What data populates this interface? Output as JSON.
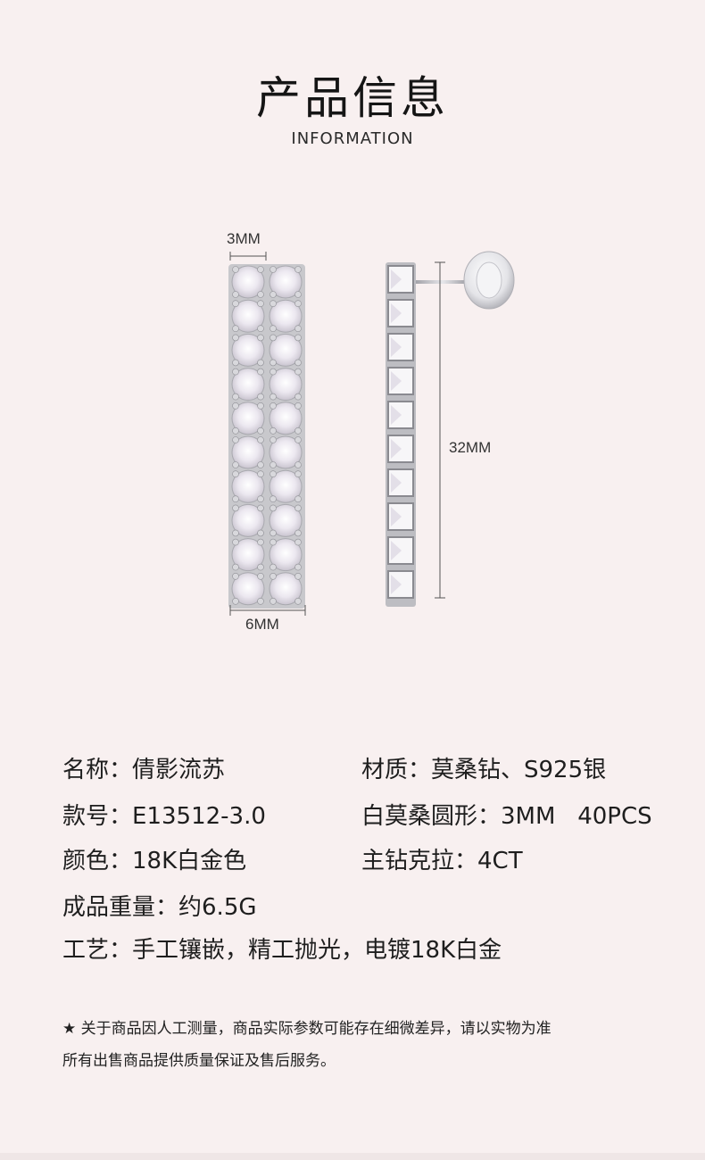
{
  "header": {
    "title": "产品信息",
    "subtitle": "INFORMATION"
  },
  "dimensions": {
    "width_top": "3MM",
    "width_bottom": "6MM",
    "length": "32MM"
  },
  "specs": {
    "name_label": "名称：",
    "name_value": "倩影流苏",
    "material_label": "材质：",
    "material_value": "莫桑钻、S925银",
    "model_label": "款号：",
    "model_value": "E13512-3.0",
    "stone_label": "白莫桑圆形：",
    "stone_value": "3MM   40PCS",
    "color_label": "颜色：",
    "color_value": "18K白金色",
    "carat_label": "主钻克拉：",
    "carat_value": "4CT",
    "weight_label": "成品重量：",
    "weight_value": "约6.5G",
    "craft_label": "工艺：",
    "craft_value": "手工镶嵌，精工抛光，电镀18K白金"
  },
  "notes": {
    "line1": "★ 关于商品因人工测量，商品实际参数可能存在细微差异，请以实物为准",
    "line2": "所有出售商品提供质量保证及售后服务。"
  },
  "colors": {
    "background": "#f8f0f0",
    "metal": "#b9b9bd",
    "stone": "#eeeaf2"
  }
}
